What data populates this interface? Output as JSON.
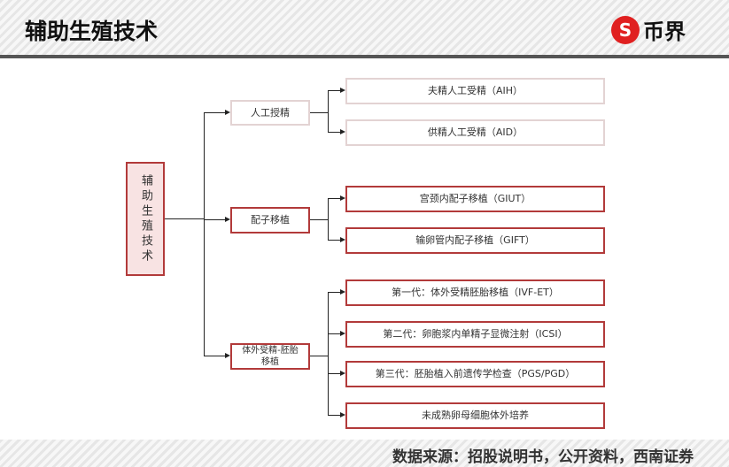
{
  "header": {
    "title": "辅助生殖技术",
    "logo_text": "币界",
    "logo_mark": "S"
  },
  "root": "辅助生殖技术",
  "groups": [
    {
      "label": "人工授精",
      "items": [
        "夫精人工受精（AIH）",
        "供精人工受精（AID）"
      ]
    },
    {
      "label": "配子移植",
      "items": [
        "宫颈内配子移植（GIUT）",
        "输卵管内配子移植（GIFT）"
      ]
    },
    {
      "label": "体外受精-胚胎移植",
      "items": [
        "第一代：体外受精胚胎移植（IVF-ET）",
        "第二代：卵胞浆内单精子显微注射（ICSI）",
        "第三代：胚胎植入前遗传学检查（PGS/PGD）",
        "未成熟卵母细胞体外培养"
      ]
    }
  ],
  "footer": {
    "source": "数据来源：招股说明书，公开资料，西南证券"
  }
}
